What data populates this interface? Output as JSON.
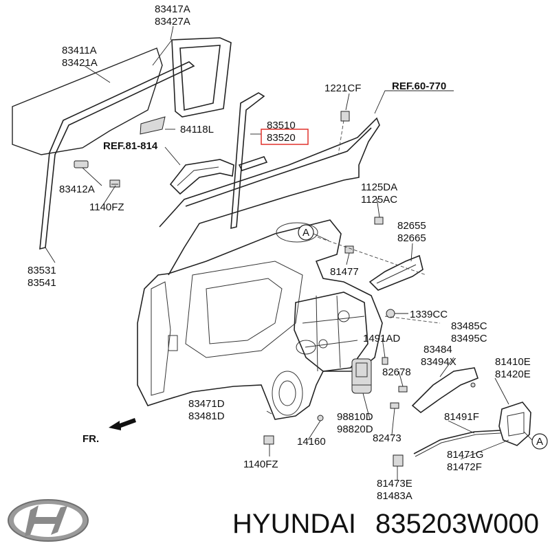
{
  "labels": {
    "p83417A": "83417A",
    "p83427A": "83427A",
    "p83411A": "83411A",
    "p83421A": "83421A",
    "p84118L": "84118L",
    "ref81814": "REF.81-814",
    "p83412A": "83412A",
    "p1140FZ_top": "1140FZ",
    "p83531": "83531",
    "p83541": "83541",
    "p1221CF": "1221CF",
    "ref60770": "REF.60-770",
    "p83510": "83510",
    "p83520": "83520",
    "p1125DA": "1125DA",
    "p1125AC": "1125AC",
    "p82655": "82655",
    "p82665": "82665",
    "callout_a1": "A",
    "p81477": "81477",
    "p1339CC": "1339CC",
    "p83485C": "83485C",
    "p83495C": "83495C",
    "p1491AD": "1491AD",
    "p83484": "83484",
    "p83494X": "83494X",
    "p82678": "82678",
    "p81410E": "81410E",
    "p81420E": "81420E",
    "p83471D": "83471D",
    "p83481D": "83481D",
    "p98810D": "98810D",
    "p98820D": "98820D",
    "p81491F": "81491F",
    "p14160": "14160",
    "p82473": "82473",
    "p81471G": "81471G",
    "p81472F": "81472F",
    "callout_a2": "A",
    "fr": "FR.",
    "p1140FZ_bottom": "1140FZ",
    "p81473E": "81473E",
    "p81483A": "81483A"
  },
  "footer": {
    "brand": "HYUNDAI",
    "part_number": "835203W000"
  },
  "highlight": {
    "part": "83520",
    "color": "#e0302a"
  },
  "logo": {
    "name": "hyundai-logo",
    "color": "#8a8a8a"
  }
}
